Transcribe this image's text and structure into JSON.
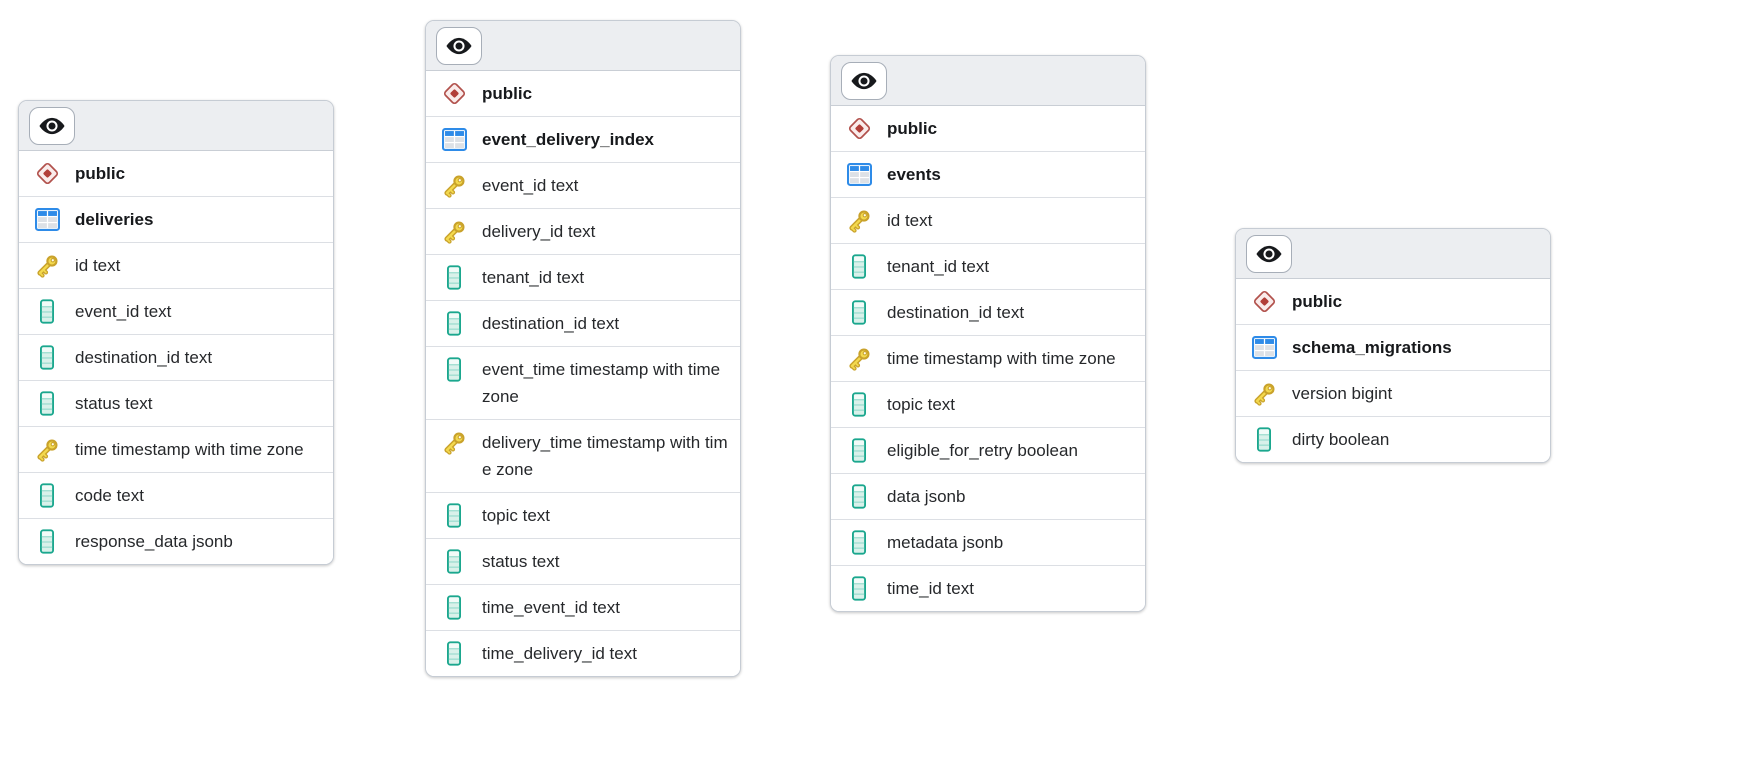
{
  "app": {
    "description": "database schema card view"
  },
  "icons": {
    "eye": "eye-icon",
    "schema": "diamond-icon",
    "table": "table-grid-icon",
    "primary_key": "key-icon",
    "column": "column-icon"
  },
  "colors": {
    "schema_icon_red": "#b2524d",
    "table_icon_blue": "#2e8be8",
    "key_icon_gold": "#c9a22b",
    "column_icon_teal": "#1ba78e",
    "header_bg": "#eceef1",
    "card_border": "#c6ccd4",
    "text": "#26282b"
  },
  "cards": [
    {
      "schema": "public",
      "table": "deliveries",
      "columns": [
        {
          "label": "id text",
          "key": true
        },
        {
          "label": "event_id text",
          "key": false
        },
        {
          "label": "destination_id text",
          "key": false
        },
        {
          "label": "status text",
          "key": false
        },
        {
          "label": "time timestamp with time zone",
          "key": true
        },
        {
          "label": "code text",
          "key": false
        },
        {
          "label": "response_data jsonb",
          "key": false
        }
      ]
    },
    {
      "schema": "public",
      "table": "event_delivery_index",
      "columns": [
        {
          "label": "event_id text",
          "key": true
        },
        {
          "label": "delivery_id text",
          "key": true
        },
        {
          "label": "tenant_id text",
          "key": false
        },
        {
          "label": "destination_id text",
          "key": false
        },
        {
          "label": "event_time timestamp with time zone",
          "key": false
        },
        {
          "label": "delivery_time timestamp with time zone",
          "key": true
        },
        {
          "label": "topic text",
          "key": false
        },
        {
          "label": "status text",
          "key": false
        },
        {
          "label": "time_event_id text",
          "key": false
        },
        {
          "label": "time_delivery_id text",
          "key": false
        }
      ]
    },
    {
      "schema": "public",
      "table": "events",
      "columns": [
        {
          "label": "id text",
          "key": true
        },
        {
          "label": "tenant_id text",
          "key": false
        },
        {
          "label": "destination_id text",
          "key": false
        },
        {
          "label": "time timestamp with time zone",
          "key": true
        },
        {
          "label": "topic text",
          "key": false
        },
        {
          "label": "eligible_for_retry boolean",
          "key": false
        },
        {
          "label": "data jsonb",
          "key": false
        },
        {
          "label": "metadata jsonb",
          "key": false
        },
        {
          "label": "time_id text",
          "key": false
        }
      ]
    },
    {
      "schema": "public",
      "table": "schema_migrations",
      "columns": [
        {
          "label": "version bigint",
          "key": true
        },
        {
          "label": "dirty boolean",
          "key": false
        }
      ]
    }
  ]
}
